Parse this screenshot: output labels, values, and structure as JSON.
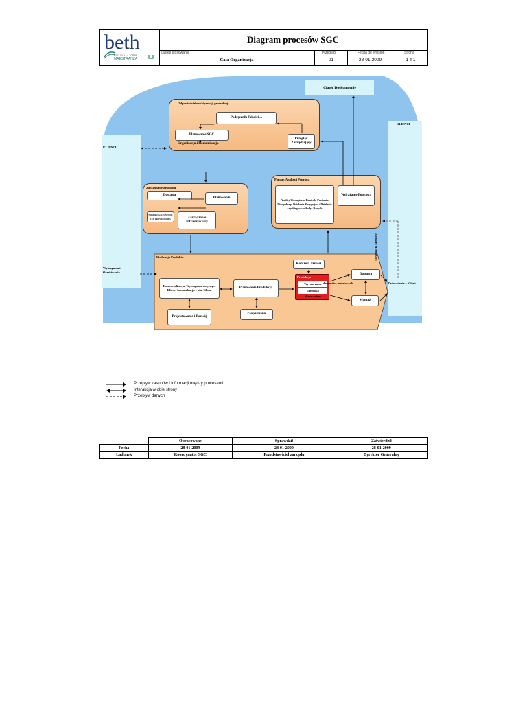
{
  "header": {
    "logo_text": "beth",
    "logo_sub": "ESCUELA LA TORRE",
    "logo_sub2": "MAESTRANZA",
    "title": "Diagram procesów SGC",
    "scope_label": "Zakres stosowania",
    "scope_value": "Cała Organizacja",
    "review_label": "Przegląd",
    "review_value": "01",
    "date_label": "Fecha de emisión",
    "date_value": "28-01-2009",
    "page_label": "Strona",
    "page_value": "1 z 1"
  },
  "diagram": {
    "continuous_improvement": "Ciągłe Doskonalenie",
    "clients_left": "KLIENCI",
    "clients_right": "KLIENCI",
    "requirements": "Wymagania i Oczekiwania",
    "satisfaction": "Zadowolenie z Klient",
    "satisfaction_vertical": "Satysfakcja klientów",
    "management": {
      "title": "Odpowiedzialność dyrekcji generalnej",
      "quality_manual": "Podręcznik Jakości ...",
      "sgc_planning": "Planowanie SGC",
      "management_review": "Przegląd Zarządzający",
      "organization": "Organizacja i Komunikacja"
    },
    "resources": {
      "title": "Zarządzanie zasobami",
      "delivery": "Dostawa",
      "planning": "Planowanie",
      "hr": "HOMOLOGACIONES DE LOS PROVEEDORES",
      "infrastructure": "Zarządzanie Infrastruktury"
    },
    "measurement": {
      "title": "Pomiar, Analiza i Poprawa",
      "analysis": "Analizy Wewnętrzne Kontrola Produktu Niezgodnego Działania Korygujące i Działania zapobiegawcze Audyt Danych",
      "implementation": "Wdrażanie Poprawa"
    },
    "production": {
      "title": "Realizacja Produktu",
      "commercial": "Komercjalizacja, Wymagania dotyczące Klienci komunikacja z nim Klient",
      "design": "Projektowanie i Rozwój",
      "planning": "Planowanie Produkcja",
      "supply": "Zaopatrzenie",
      "quality_control": "Kontrola Jakości",
      "production_label": "Produkcja",
      "production_line2": "Wytwarzanie",
      "production_line3": "Obróbka skrawaniem",
      "production_extra": "elementów metalowych",
      "delivery": "Dostawa",
      "assembly": "Montaż"
    }
  },
  "legend": [
    {
      "label": "Przepływ zasobów i informacji między procesami"
    },
    {
      "label": "Interakcja w obie strony"
    },
    {
      "label": "Przepływ danych"
    }
  ],
  "signatures": {
    "headers": [
      "Opracowane",
      "Sprawdził",
      "Zatwierdził"
    ],
    "rows": [
      {
        "label": "Fecha",
        "values": [
          "28-01-2009",
          "28-01-2009",
          "28-01-2009"
        ]
      },
      {
        "label": "Ładunek",
        "values": [
          "Koordynator SGC",
          "Przedstawiciel zarządu",
          "Dyrektor Generalny"
        ]
      }
    ]
  },
  "colors": {
    "blue_ellipse": "#8fc4ee",
    "cyan_panel": "#d7f4fa",
    "orange_fill": "#f8c793",
    "red_box": "#e11d1d"
  }
}
